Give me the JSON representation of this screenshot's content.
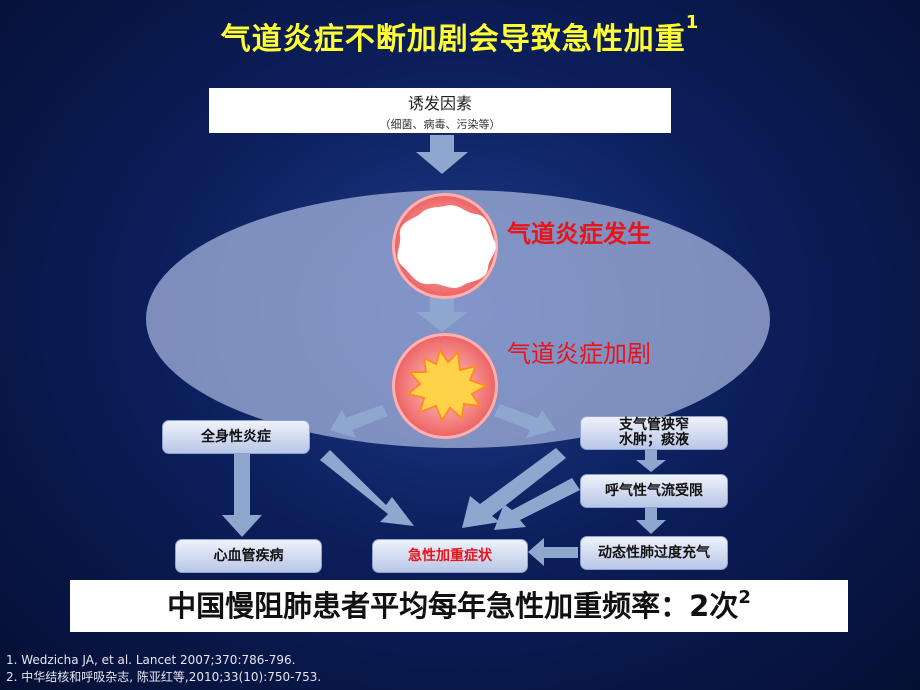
{
  "title": "气道炎症不断加剧会导致急性加重",
  "title_ref": "1",
  "trigger": {
    "main": "诱发因素",
    "sub": "（细菌、病毒、污染等）"
  },
  "stages": {
    "occur": "气道炎症发生",
    "worsen": "气道炎症加剧"
  },
  "boxes": {
    "systemic": "全身性炎症",
    "cardio": "心血管疾病",
    "acute": "急性加重症状",
    "bronchial_line1": "支气管狭窄",
    "bronchial_line2": "水肿；痰液",
    "airflow": "呼气性气流受限",
    "hyperinflation": "动态性肺过度充气"
  },
  "banner": {
    "text": "中国慢阻肺患者平均每年急性加重频率：2次",
    "ref": "2"
  },
  "references": [
    "1.  Wedzicha JA, et al. Lancet 2007;370:786-796.",
    "2. 中华结核和呼吸杂志, 陈亚红等,2010;33(10):750-753."
  ],
  "colors": {
    "title": "#ffff33",
    "stage_label": "#e8141a",
    "arrow": "#8fa6cf"
  }
}
